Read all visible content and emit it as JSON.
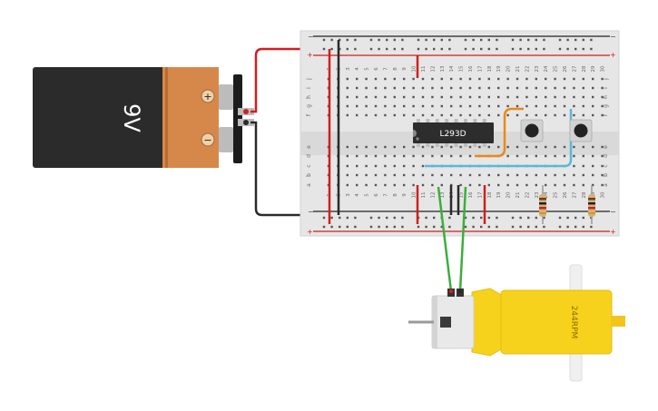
{
  "battery": {
    "label": "9V",
    "plus_symbol": "+",
    "minus_symbol": "−"
  },
  "breadboard": {
    "rail_plus": "+",
    "rail_minus": "−",
    "row_letters_top": [
      "j",
      "i",
      "h",
      "g",
      "f"
    ],
    "row_letters_bottom": [
      "e",
      "d",
      "c",
      "b",
      "a"
    ],
    "column_numbers": [
      "1",
      "2",
      "3",
      "4",
      "5",
      "6",
      "7",
      "8",
      "9",
      "10",
      "11",
      "12",
      "13",
      "14",
      "15",
      "16",
      "17",
      "18",
      "19",
      "20",
      "21",
      "22",
      "23",
      "24",
      "25",
      "26",
      "27",
      "28",
      "29",
      "30"
    ]
  },
  "chip": {
    "label": "L293D"
  },
  "motor": {
    "label": "244RPM"
  },
  "colors": {
    "battery_body": "#2b2b2b",
    "battery_cap": "#d6884a",
    "breadboard": "#e6e6e6",
    "wire_red": "#d01f1f",
    "wire_black": "#2a2a2a",
    "wire_green": "#3cae3c",
    "wire_orange": "#e88a1a",
    "wire_blue": "#5ab9d6",
    "motor_yellow": "#f7d21c",
    "chip_body": "#2d2d2d"
  }
}
